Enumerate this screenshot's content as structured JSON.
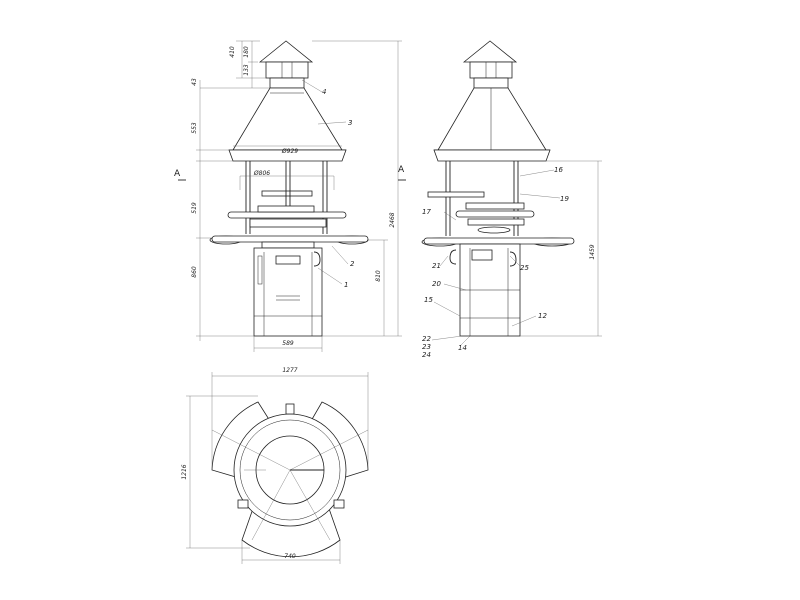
{
  "front_view": {
    "dimensions": {
      "d410": "410",
      "d180": "180",
      "d133": "133",
      "d43": "43",
      "d553": "553",
      "d519": "519",
      "d860": "860",
      "d2468": "2468",
      "d810": "810",
      "d589": "589",
      "dia929": "Ø929",
      "dia806": "Ø806"
    },
    "callouts": {
      "c1": "1",
      "c2": "2",
      "c3": "3",
      "c4": "4"
    },
    "section_left": "A",
    "section_right": "A"
  },
  "side_view": {
    "dimensions": {
      "d1459": "1459"
    },
    "callouts": {
      "c12": "12",
      "c14": "14",
      "c15": "15",
      "c16": "16",
      "c17": "17",
      "c19": "19",
      "c20": "20",
      "c21": "21",
      "c22": "22",
      "c23": "23",
      "c24": "24",
      "c25": "25"
    }
  },
  "top_view": {
    "dimensions": {
      "d1277": "1277",
      "d1216": "1216",
      "d740": "740"
    }
  }
}
